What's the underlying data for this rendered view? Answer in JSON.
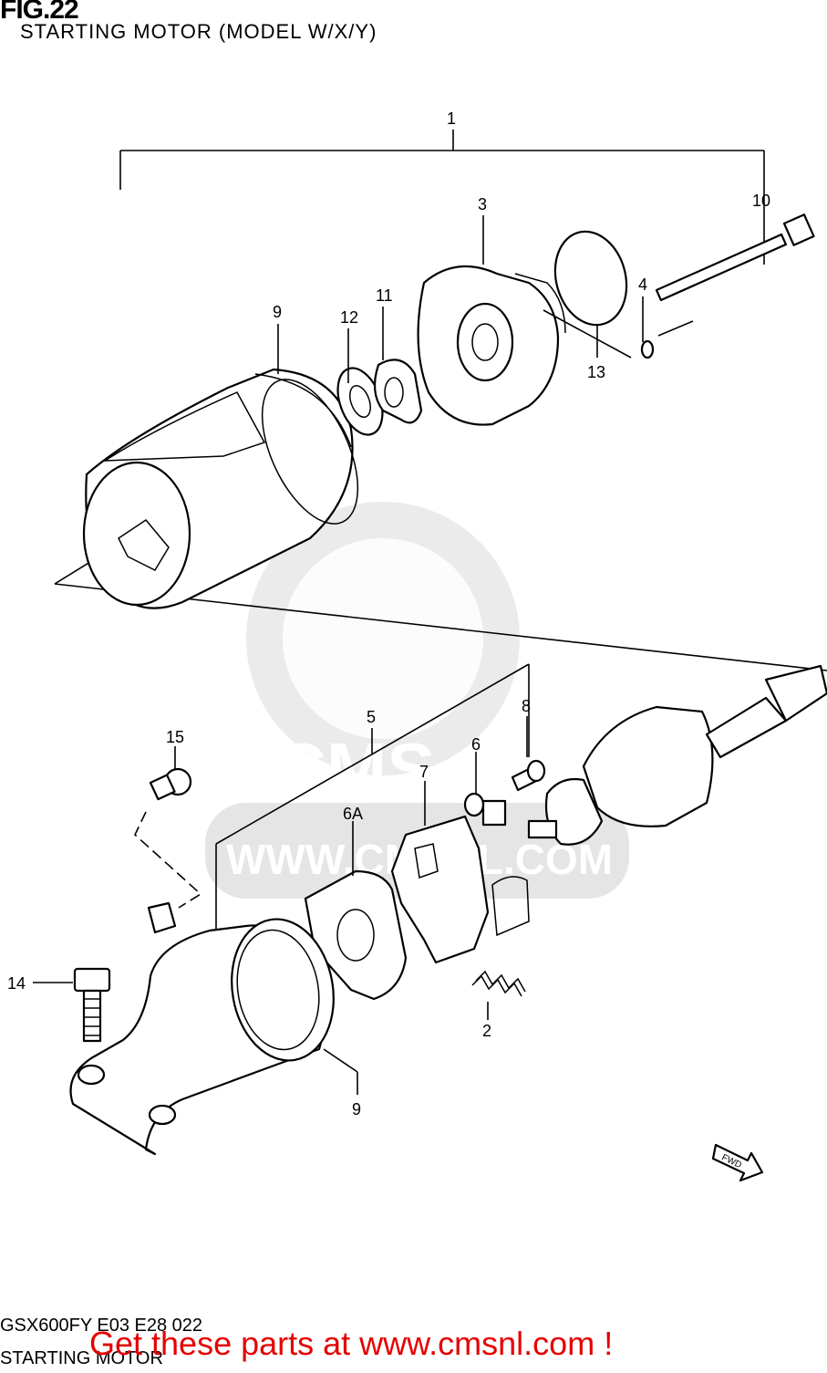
{
  "figure": {
    "title": "FIG.22",
    "subtitle": "STARTING MOTOR (MODEL W/X/Y)"
  },
  "watermark": {
    "text_short": "CMS",
    "text_url": "WWW.CMSNL.COM"
  },
  "callouts": [
    "1",
    "3",
    "10",
    "9",
    "11",
    "12",
    "4",
    "13",
    "5",
    "8",
    "15",
    "6",
    "7",
    "6A",
    "14",
    "2",
    "9"
  ],
  "fwd_label": "FWD",
  "footer": {
    "code": "GSX600FY E03 E28 022",
    "title": "STARTING MOTOR",
    "promo": "Get these parts at www.cmsnl.com !"
  },
  "colors": {
    "promo": "#e60000",
    "watermark": "#dadada",
    "ink": "#000000"
  }
}
